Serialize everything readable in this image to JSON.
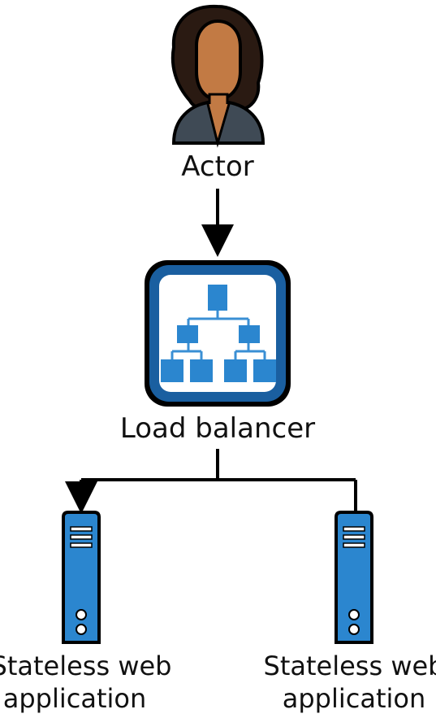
{
  "actor": {
    "label": "Actor",
    "icon": "person-icon"
  },
  "load_balancer": {
    "label": "Load balancer",
    "icon": "load-balancer-icon"
  },
  "servers": [
    {
      "label_line1": "Stateless web",
      "label_line2": "application",
      "icon": "server-icon"
    },
    {
      "label_line1": "Stateless web",
      "label_line2": "application",
      "icon": "server-icon"
    }
  ],
  "colors": {
    "line": "#000000",
    "blue_dark": "#1a5fa0",
    "blue": "#2b86cf",
    "blue_light": "#3a8fd4",
    "skin": "#c27a44",
    "hair": "#2a1a12",
    "jacket": "#3f4a55"
  }
}
